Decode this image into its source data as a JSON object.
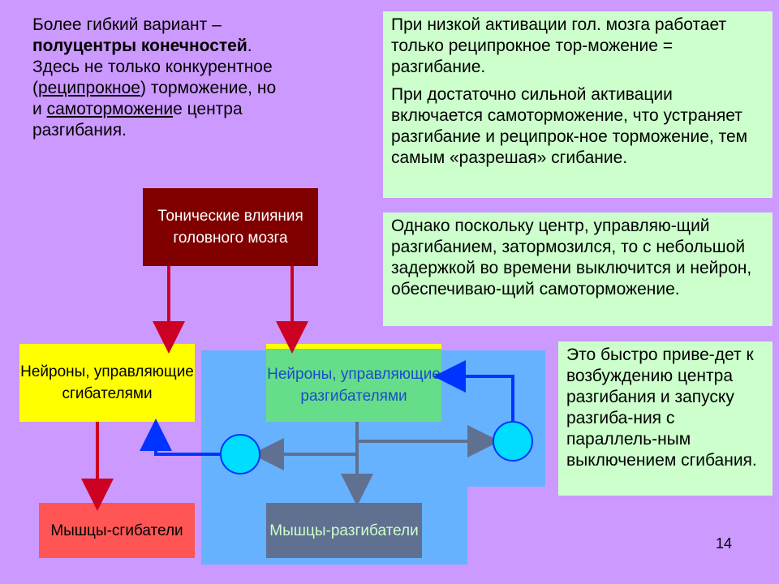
{
  "intro": {
    "line1": "Более гибкий вариант –",
    "line2_bold": "полуцентры конечностей",
    "line2_end": ".",
    "line3": "Здесь не только конкурентное",
    "line4_open": "(",
    "line4_link": "реципрокное",
    "line4_rest": ") торможение, но",
    "line5_start": "и ",
    "line5_link": "самоторможени",
    "line5_rest": "е центра",
    "line6": "разгибания."
  },
  "notes": {
    "low_activation": "При низкой активации гол. мозга работает только реципрокное тор-можение = разгибание.",
    "high_activation": "При достаточно сильной активации включается самоторможение, что устраняет разгибание и реципрок-ное торможение, тем самым «разрешая» сгибание.",
    "delay": "Однако поскольку центр, управляю-щий разгибанием, затормозился, то с небольшой задержкой во времени выключится и нейрон, обеспечиваю-щий самоторможение.",
    "result": "Это быстро приве-дет к  возбуждению центра разгибания и запуску разгиба-ния с параллель-ным выключением сгибания."
  },
  "boxes": {
    "tonic": "Тонические влияния головного мозга",
    "flexor_neurons": "Нейроны, управляющие сгибателями",
    "extensor_neurons": "Нейроны, управляющие разгибателями",
    "flexor_muscles": "Мышцы-сгибатели",
    "extensor_muscles": "Мышцы-разгибатели"
  },
  "colors": {
    "background": "#cc99ff",
    "note_bg": "#ccffcc",
    "tonic_bg": "#800000",
    "flexor_neuron_bg": "#ffff00",
    "extensor_neuron_bg": "#66dd88",
    "flexor_muscle_bg": "#ff5555",
    "extensor_muscle_bg": "#607090",
    "blue_region": "#66b2ff",
    "interneuron": "#00ddff",
    "excitatory_arrow": "#cc0022",
    "inhibitory_arrow": "#607090",
    "self_inhibition_arrow": "#0033ff"
  },
  "page_number": "14"
}
